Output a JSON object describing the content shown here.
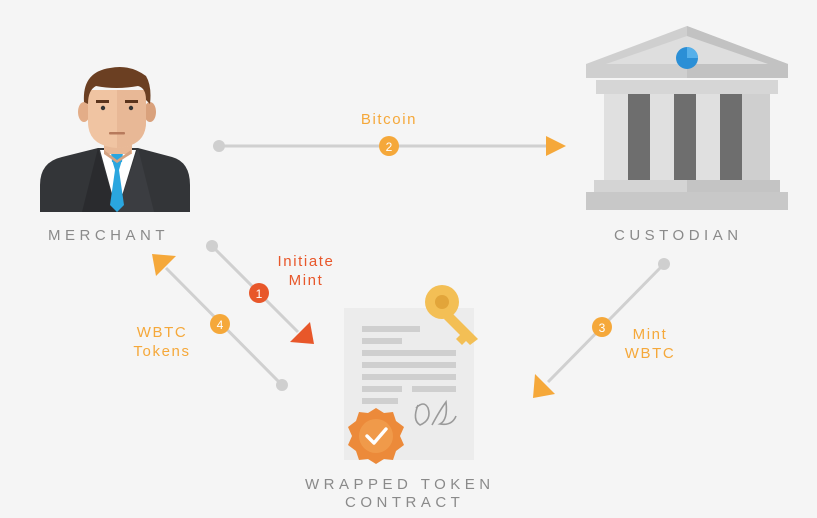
{
  "entities": {
    "merchant": "MERCHANT",
    "custodian": "CUSTODIAN",
    "contract_line1": "WRAPPED TOKEN",
    "contract_line2": "CONTRACT"
  },
  "steps": [
    {
      "number": "1",
      "label_line1": "Initiate",
      "label_line2": "Mint",
      "color": "#e8572a"
    },
    {
      "number": "2",
      "label_line1": "Bitcoin",
      "label_line2": "",
      "color": "#f5a83a"
    },
    {
      "number": "3",
      "label_line1": "Mint",
      "label_line2": "WBTC",
      "color": "#f5a83a"
    },
    {
      "number": "4",
      "label_line1": "WBTC",
      "label_line2": "Tokens",
      "color": "#f5a83a"
    }
  ],
  "colors": {
    "background": "#f5f5f5",
    "connector": "#cfcfcf",
    "accent_orange": "#f5a83a",
    "accent_red": "#e8572a",
    "label_gray": "#8a8a8a"
  },
  "icons": [
    "merchant-person-icon",
    "custodian-bank-icon",
    "contract-document-icon",
    "key-icon",
    "verified-badge-icon",
    "signature-icon"
  ]
}
